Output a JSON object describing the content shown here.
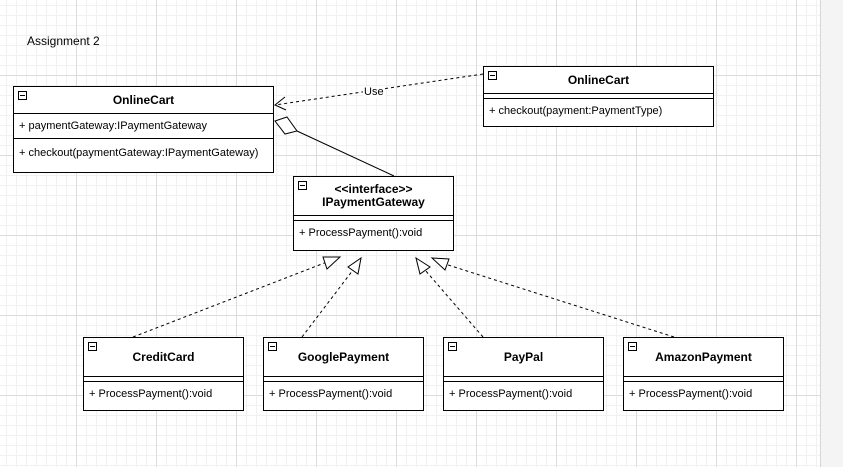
{
  "title": "Assignment 2",
  "edge_label_use": "Use",
  "classes": {
    "online_cart_left": {
      "name": "OnlineCart",
      "attribute": "+ paymentGateway:IPaymentGateway",
      "method": "+ checkout(paymentGateway:IPaymentGateway)"
    },
    "online_cart_right": {
      "name": "OnlineCart",
      "method": "+ checkout(payment:PaymentType)"
    },
    "ipayment_gateway": {
      "stereotype": "<<interface>>",
      "name": "IPaymentGateway",
      "method": "+ ProcessPayment():void"
    },
    "credit_card": {
      "name": "CreditCard",
      "method": "+ ProcessPayment():void"
    },
    "google_payment": {
      "name": "GooglePayment",
      "method": "+ ProcessPayment():void"
    },
    "paypal": {
      "name": "PayPal",
      "method": "+ ProcessPayment():void"
    },
    "amazon_payment": {
      "name": "AmazonPayment",
      "method": "+ ProcessPayment():void"
    }
  }
}
